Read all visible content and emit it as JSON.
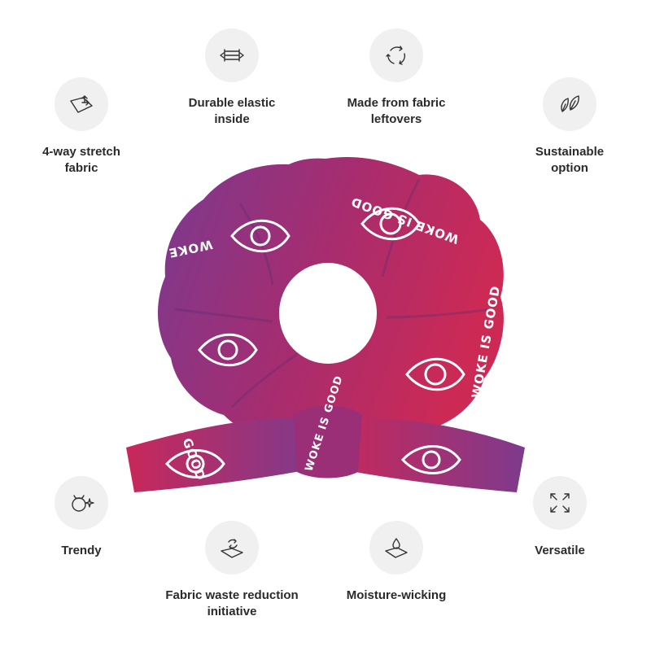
{
  "colors": {
    "brand_purple": "#7e3a8c",
    "brand_pink": "#c8285a",
    "icon_bg": "#f0f0f0",
    "text": "#2b2b2b"
  },
  "features": [
    {
      "icon": "stretch-icon",
      "label": "4-way stretch\nfabric"
    },
    {
      "icon": "elastic-icon",
      "label": "Durable elastic\ninside"
    },
    {
      "icon": "recycle-icon",
      "label": "Made from fabric\nleftovers"
    },
    {
      "icon": "leaf-icon",
      "label": "Sustainable\noption"
    },
    {
      "icon": "trendy-icon",
      "label": "Trendy"
    },
    {
      "icon": "waste-reduction-icon",
      "label": "Fabric waste reduction\ninitiative"
    },
    {
      "icon": "moisture-icon",
      "label": "Moisture-wicking"
    },
    {
      "icon": "expand-arrows-icon",
      "label": "Versatile"
    }
  ],
  "product": {
    "print_text": "WOKE IS GOOD"
  }
}
